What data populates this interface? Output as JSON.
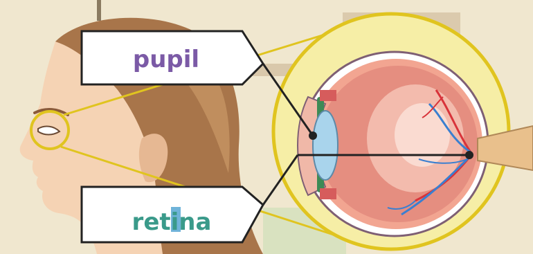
{
  "labels": {
    "pupil": {
      "text": "pupil",
      "color": "#7b5aa6"
    },
    "retina": {
      "text": "retina",
      "text_start": "ret",
      "text_highlight": "i",
      "text_end": "na",
      "color": "#3a9a8a",
      "highlight_color": "#6fb3d9"
    }
  },
  "colors": {
    "background_wall": "#f0e7cf",
    "skin": "#f5d3b4",
    "skin_shadow": "#e6b893",
    "hair": "#a8754a",
    "hair_light": "#c69563",
    "callout_line": "#e0c41f",
    "circle_fill": "#f6eea6",
    "sclera": "#ffffff",
    "eye_inner": "#e58e80",
    "eye_deep": "#f6c3b5",
    "lens": "#a9d4ec",
    "blood_red": "#d8333a",
    "blood_blue": "#3a7fd0",
    "optic_nerve": "#e9c08c",
    "pointer": "#222222"
  }
}
